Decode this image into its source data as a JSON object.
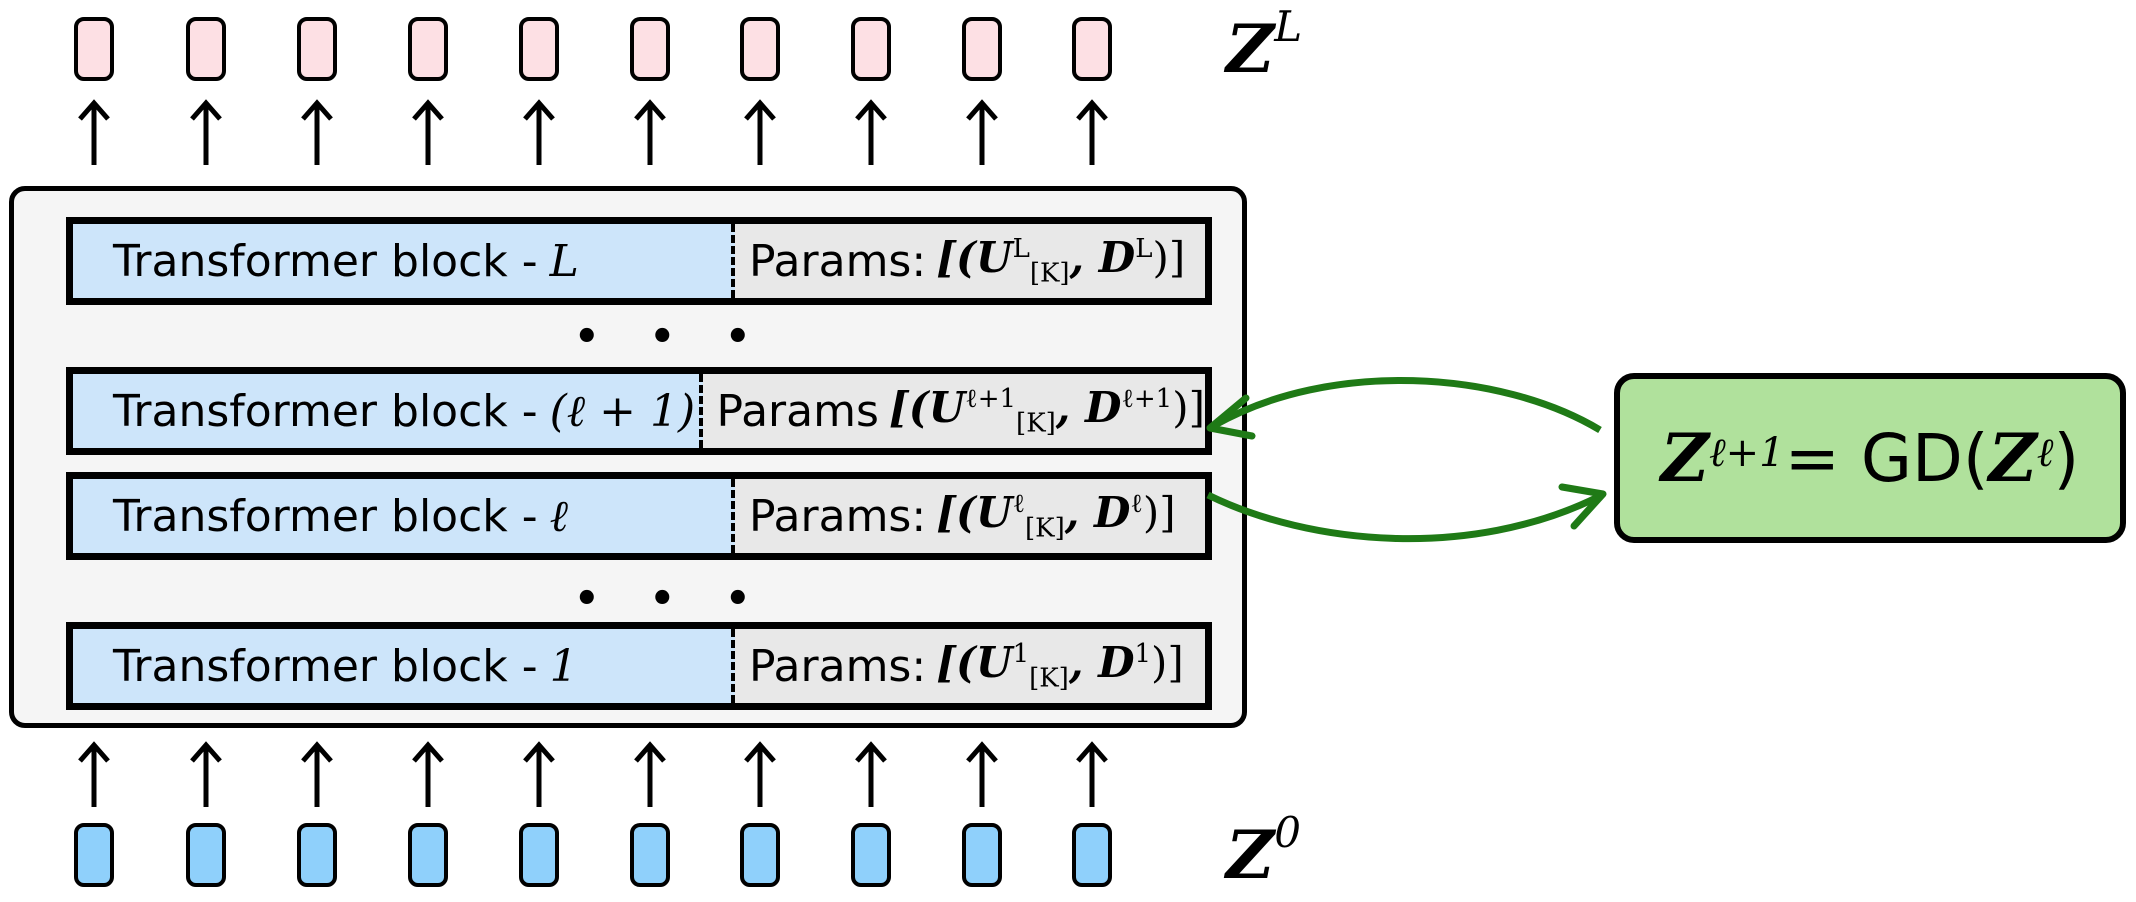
{
  "labels": {
    "z_top": "Z",
    "z_top_sup": "L",
    "z_bottom": "Z",
    "z_bottom_sup": "0"
  },
  "blocks": [
    {
      "name": "Transformer block - ",
      "index": "L",
      "params_label": "Params:",
      "params_expr": "[(U",
      "u_sup": "L",
      "u_sub": "[K]",
      "d_expr": ", D",
      "d_sup": "L",
      "close": ")]"
    },
    {
      "name": "Transformer block - ",
      "index": "(ℓ + 1)",
      "params_label": "Params",
      "params_expr": "[(U",
      "u_sup": "ℓ+1",
      "u_sub": "[K]",
      "d_expr": ", D",
      "d_sup": "ℓ+1",
      "close": ")]"
    },
    {
      "name": "Transformer block - ",
      "index": "ℓ",
      "params_label": "Params:",
      "params_expr": "[(U",
      "u_sup": "ℓ",
      "u_sub": "[K]",
      "d_expr": ", D",
      "d_sup": "ℓ",
      "close": ")]"
    },
    {
      "name": "Transformer block - ",
      "index": "1",
      "params_label": "Params:",
      "params_expr": "[(U",
      "u_sup": "1",
      "u_sub": "[K]",
      "d_expr": ", D",
      "d_sup": "1",
      "close": ")]"
    }
  ],
  "ellipsis": "• • •",
  "gd": {
    "z": "Z",
    "sup_left": "ℓ+1",
    "eq": " = GD(",
    "z2": "Z",
    "sup_right": "ℓ",
    "close": ")"
  },
  "colors": {
    "input_token": "#8fd0fb",
    "output_token": "#fde0e4",
    "block_name": "#cde5fa",
    "gd_box": "#b0e19c",
    "curve_arrow": "#1f7a16"
  }
}
